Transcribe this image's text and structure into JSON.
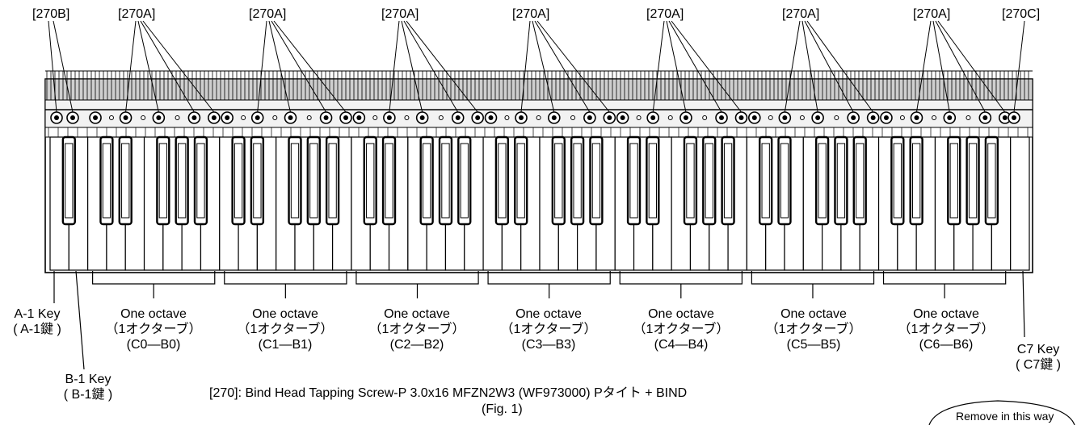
{
  "callouts": {
    "b": "[270B]",
    "a": "[270A]",
    "c": "[270C]"
  },
  "labels": {
    "a_minus_1": [
      "A-1 Key",
      "( A-1鍵 )"
    ],
    "b_minus_1": [
      "B-1 Key",
      "( B-1鍵 )"
    ],
    "c7": [
      "C7 Key",
      "( C7鍵 )"
    ]
  },
  "octaves": [
    {
      "line1": "One octave",
      "line2": "（1オクターブ）",
      "range": "(C0—B0)"
    },
    {
      "line1": "One octave",
      "line2": "（1オクターブ）",
      "range": "(C1—B1)"
    },
    {
      "line1": "One octave",
      "line2": "（1オクターブ）",
      "range": "(C2—B2)"
    },
    {
      "line1": "One octave",
      "line2": "（1オクターブ）",
      "range": "(C3—B3)"
    },
    {
      "line1": "One octave",
      "line2": "（1オクターブ）",
      "range": "(C4—B4)"
    },
    {
      "line1": "One octave",
      "line2": "（1オクターブ）",
      "range": "(C5—B5)"
    },
    {
      "line1": "One octave",
      "line2": "（1オクターブ）",
      "range": "(C6—B6)"
    }
  ],
  "screw_note": "[270]: Bind Head Tapping Screw-P 3.0x16 MFZN2W3 (WF973000) Pタイト + BIND",
  "fig_caption": "(Fig. 1)",
  "bubble_text": "Remove in this way"
}
